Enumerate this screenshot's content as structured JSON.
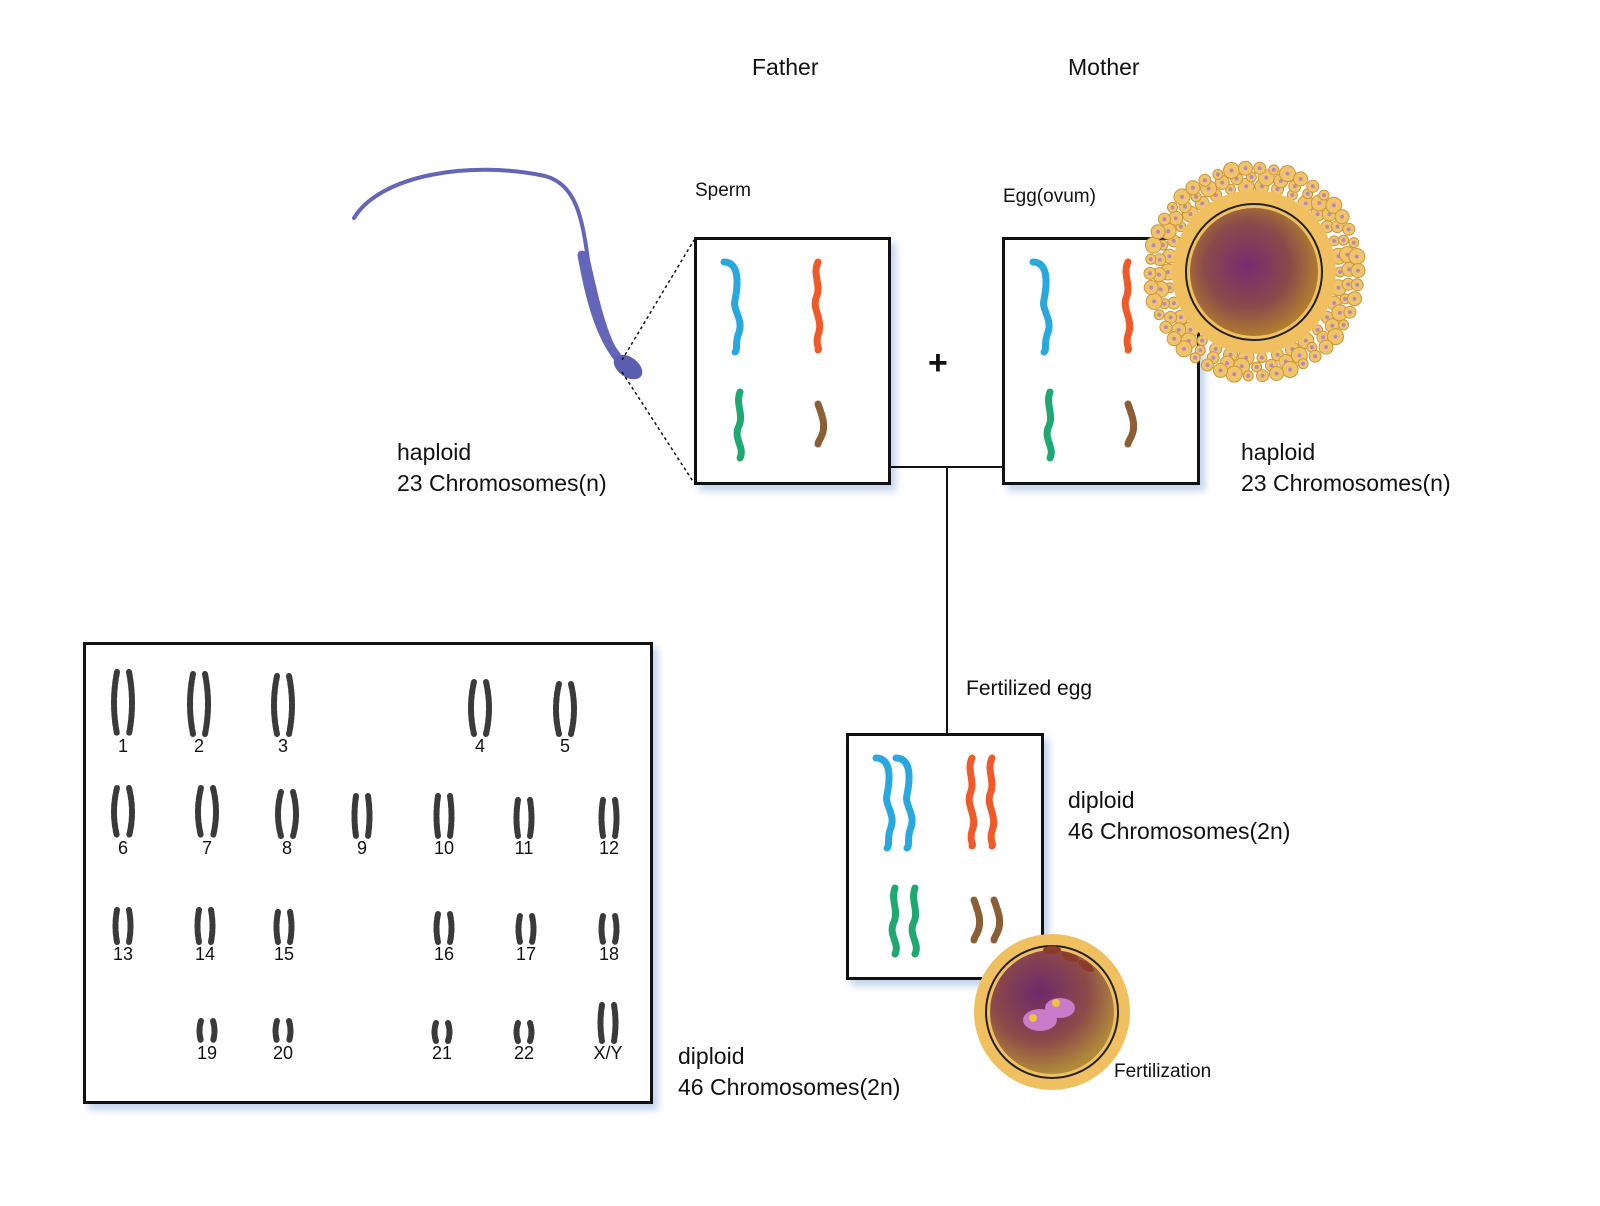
{
  "headers": {
    "father": "Father",
    "mother": "Mother"
  },
  "sperm": {
    "label": "Sperm",
    "ploidy": "haploid",
    "count": "23 Chromosomes(n)"
  },
  "egg": {
    "label": "Egg(ovum)",
    "ploidy": "haploid",
    "count": "23 Chromosomes(n)"
  },
  "plus": "+",
  "fertilized": {
    "label": "Fertilized egg",
    "ploidy": "diploid",
    "count": "46 Chromosomes(2n)"
  },
  "fertilization": {
    "label": "Fertilization"
  },
  "karyotype": {
    "ploidy": "diploid",
    "count": "46 Chromosomes(2n)",
    "labels": [
      "1",
      "2",
      "3",
      "4",
      "5",
      "6",
      "7",
      "8",
      "9",
      "10",
      "11",
      "12",
      "13",
      "14",
      "15",
      "16",
      "17",
      "18",
      "19",
      "20",
      "21",
      "22",
      "X/Y"
    ]
  },
  "colors": {
    "blue": "#29a8df",
    "orange": "#f05a28",
    "green": "#1fa971",
    "brown": "#8b5e34",
    "sperm": "#6366b8",
    "cell_outer": "#f0c060",
    "cell_inner": "#8a3f6e"
  }
}
